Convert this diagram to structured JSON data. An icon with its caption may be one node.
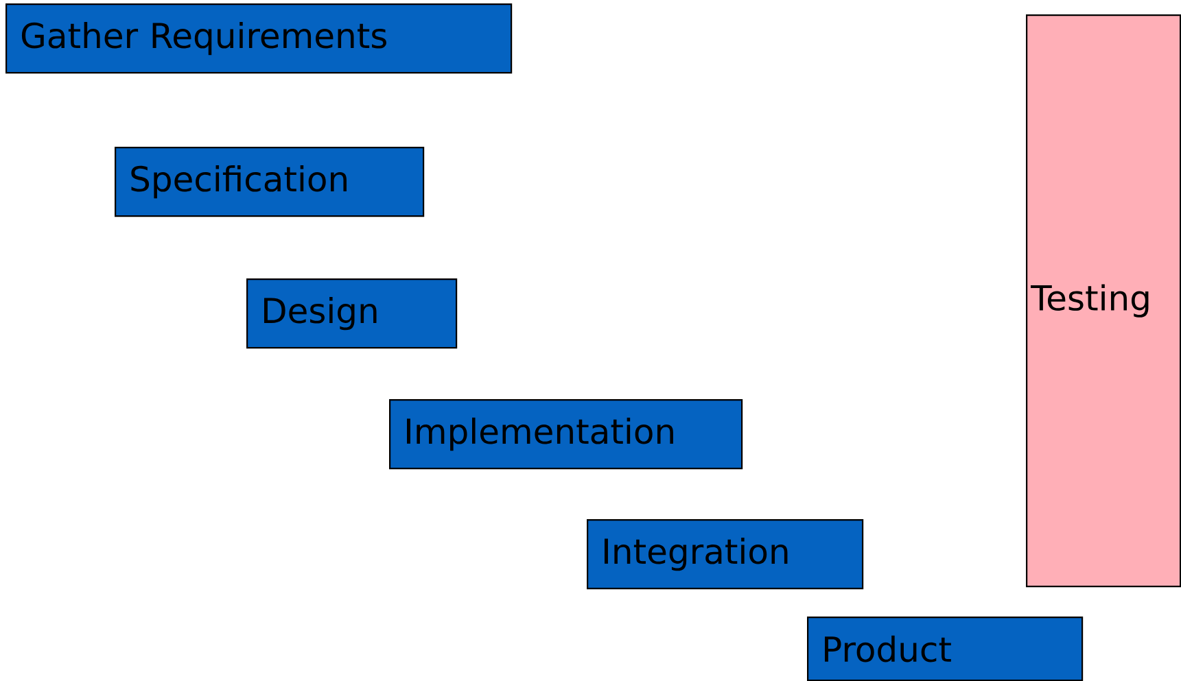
{
  "diagram": {
    "nodes": [
      {
        "text": [
          "Gather Requirements"
        ]
      },
      {
        "text": [
          "Specification"
        ]
      },
      {
        "text": [
          "Design"
        ]
      },
      {
        "text": [
          "Implementation"
        ]
      },
      {
        "text": [
          "Integration"
        ]
      },
      {
        "text": [
          "Product"
        ]
      },
      {
        "text": [
          "Testing"
        ]
      }
    ]
  }
}
